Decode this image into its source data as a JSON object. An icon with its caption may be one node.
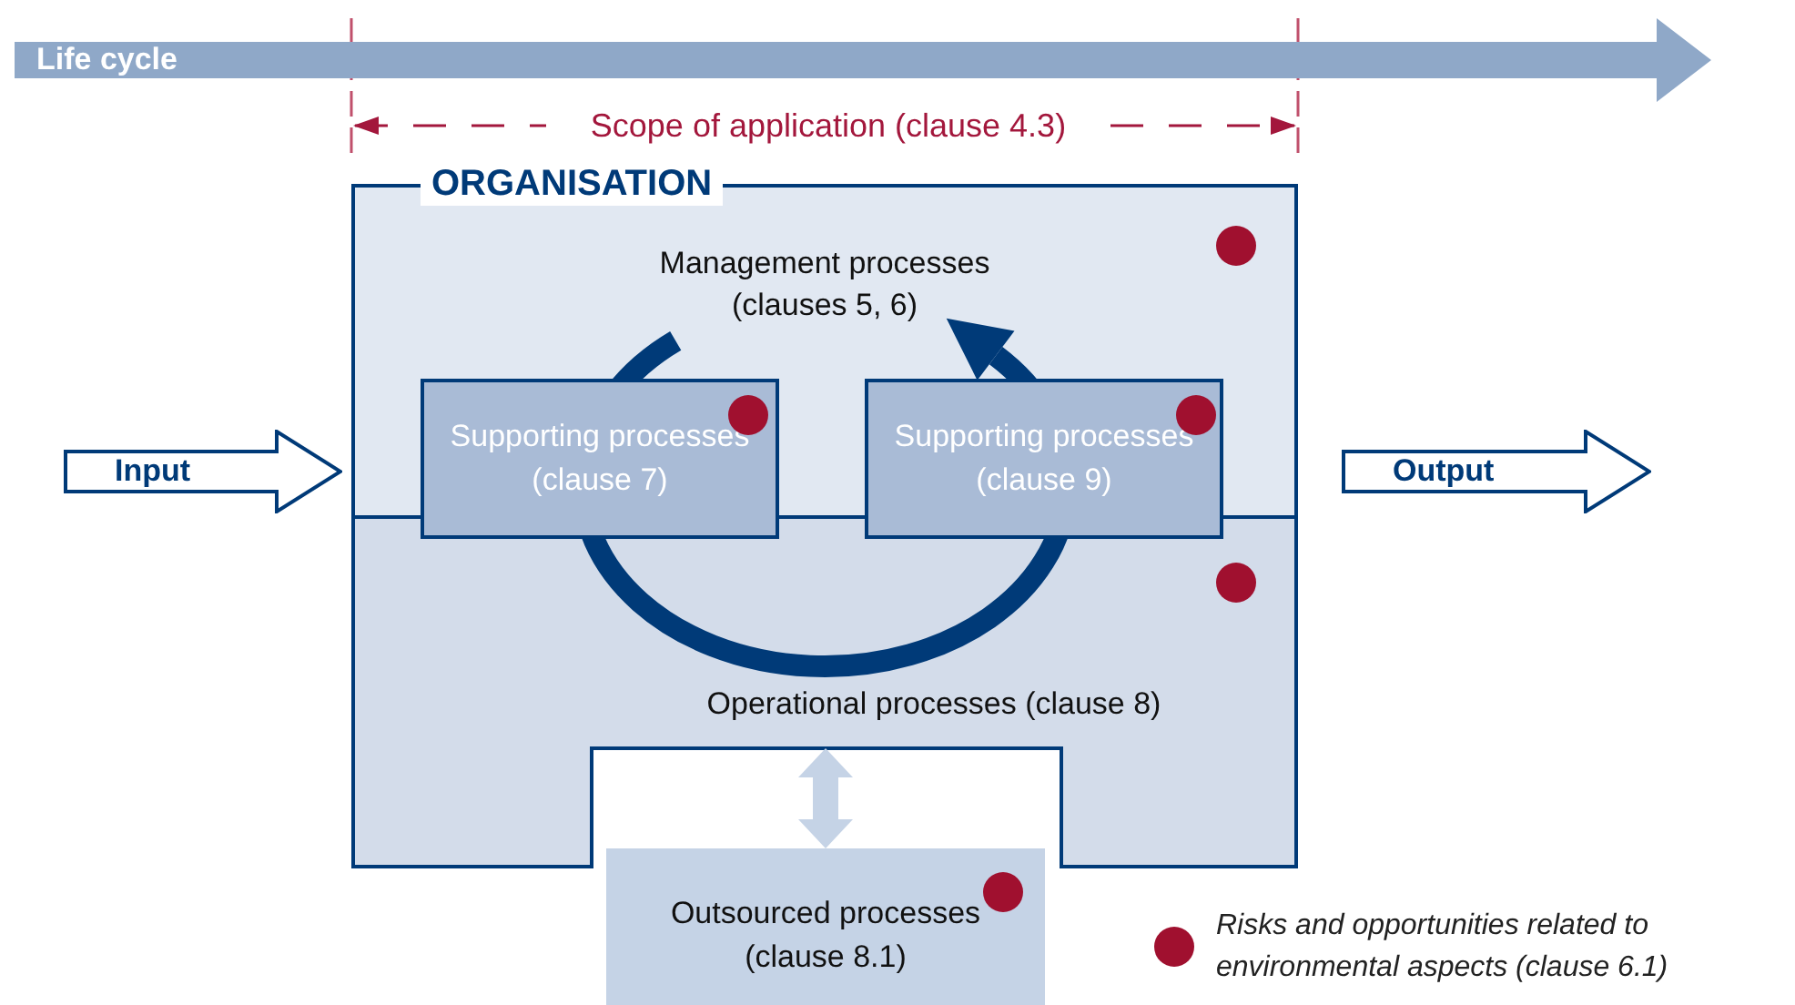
{
  "diagram": {
    "nodes": [
      {
        "text": [
          "Life cycle"
        ]
      },
      {
        "text": [
          "ORGANISATION"
        ]
      },
      {
        "text": [
          "Management processes (clauses 5, 6)"
        ],
        "in": 1
      },
      {
        "text": [
          "Operational processes (clause 8)"
        ],
        "in": 1
      },
      {
        "text": [
          "Supporting processes (clause 7)"
        ],
        "in": 1
      },
      {
        "text": [
          "Supporting processes (clause 9)"
        ],
        "in": 1
      },
      {
        "text": [
          "Outsourced processes (clause 8.1)"
        ]
      },
      {
        "text": [
          "Input"
        ]
      },
      {
        "text": [
          "Output"
        ]
      }
    ],
    "edges": [
      {
        "from": 6,
        "to": 3,
        "arrow": "both"
      }
    ],
    "labels": [
      "Scope of application (clause 4.3)"
    ],
    "legend": [
      {
        "text": "Risks and opportunities related to environmental aspects (clause 6.1)",
        "color": "#a0102f"
      }
    ]
  }
}
